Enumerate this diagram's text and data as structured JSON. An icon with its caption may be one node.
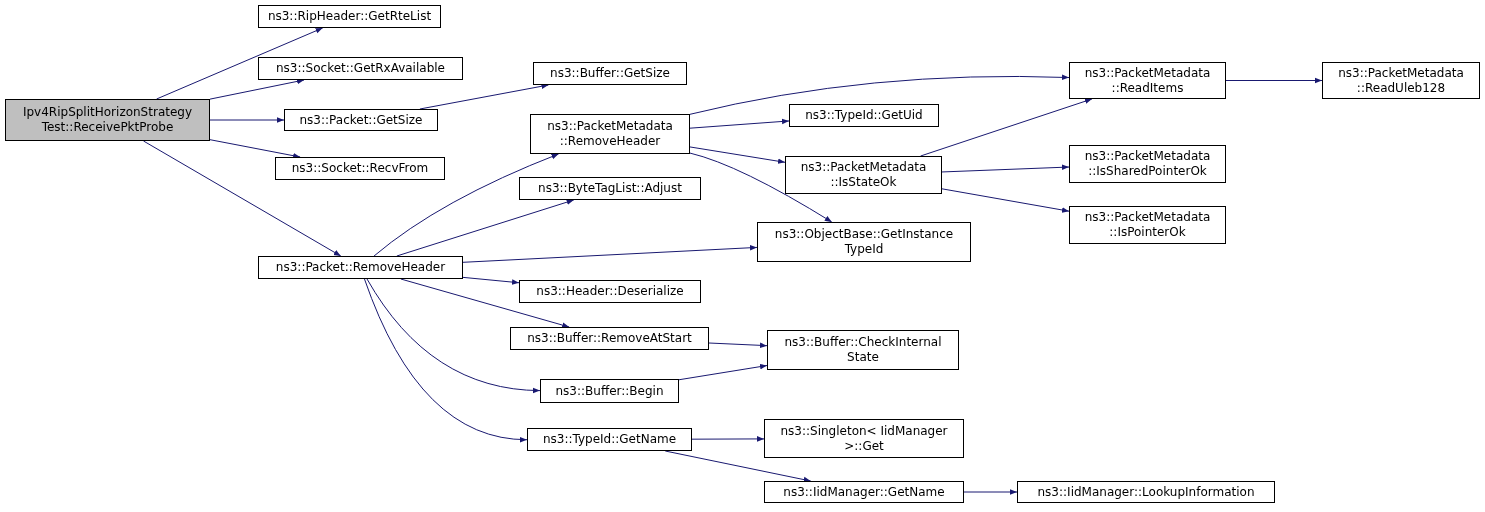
{
  "diagram": {
    "nodes": [
      {
        "text": [
          "Ipv4RipSplitHorizonStrategy Test::ReceivePktProbe"
        ]
      },
      {
        "text": [
          "ns3::RipHeader::GetRteList"
        ]
      },
      {
        "text": [
          "ns3::Socket::GetRxAvailable"
        ]
      },
      {
        "text": [
          "ns3::Packet::GetSize"
        ]
      },
      {
        "text": [
          "ns3::Socket::RecvFrom"
        ]
      },
      {
        "text": [
          "ns3::Packet::RemoveHeader"
        ]
      },
      {
        "text": [
          "ns3::Buffer::GetSize"
        ]
      },
      {
        "text": [
          "ns3::PacketMetadata ::RemoveHeader"
        ]
      },
      {
        "text": [
          "ns3::ByteTagList::Adjust"
        ]
      },
      {
        "text": [
          "ns3::Header::Deserialize"
        ]
      },
      {
        "text": [
          "ns3::Buffer::RemoveAtStart"
        ]
      },
      {
        "text": [
          "ns3::Buffer::Begin"
        ]
      },
      {
        "text": [
          "ns3::TypeId::GetName"
        ]
      },
      {
        "text": [
          "ns3::TypeId::GetUid"
        ]
      },
      {
        "text": [
          "ns3::PacketMetadata ::IsStateOk"
        ]
      },
      {
        "text": [
          "ns3::ObjectBase::GetInstance TypeId"
        ]
      },
      {
        "text": [
          "ns3::Buffer::CheckInternal State"
        ]
      },
      {
        "text": [
          "ns3::Singleton< IidManager >::Get"
        ]
      },
      {
        "text": [
          "ns3::IidManager::GetName"
        ]
      },
      {
        "text": [
          "ns3::PacketMetadata ::ReadItems"
        ]
      },
      {
        "text": [
          "ns3::PacketMetadata ::IsSharedPointerOk"
        ]
      },
      {
        "text": [
          "ns3::PacketMetadata ::IsPointerOk"
        ]
      },
      {
        "text": [
          "ns3::IidManager::LookupInformation"
        ]
      },
      {
        "text": [
          "ns3::PacketMetadata ::ReadUleb128"
        ]
      }
    ],
    "edges": [
      {
        "from": 0,
        "to": 1,
        "arrow": "to"
      },
      {
        "from": 0,
        "to": 2,
        "arrow": "to"
      },
      {
        "from": 0,
        "to": 3,
        "arrow": "to"
      },
      {
        "from": 0,
        "to": 4,
        "arrow": "to"
      },
      {
        "from": 0,
        "to": 5,
        "arrow": "to"
      },
      {
        "from": 3,
        "to": 6,
        "arrow": "to"
      },
      {
        "from": 5,
        "to": 7,
        "arrow": "to"
      },
      {
        "from": 5,
        "to": 8,
        "arrow": "to"
      },
      {
        "from": 5,
        "to": 15,
        "arrow": "to"
      },
      {
        "from": 5,
        "to": 9,
        "arrow": "to"
      },
      {
        "from": 5,
        "to": 10,
        "arrow": "to"
      },
      {
        "from": 5,
        "to": 11,
        "arrow": "to"
      },
      {
        "from": 5,
        "to": 12,
        "arrow": "to"
      },
      {
        "from": 7,
        "to": 19,
        "arrow": "to"
      },
      {
        "from": 7,
        "to": 13,
        "arrow": "to"
      },
      {
        "from": 7,
        "to": 14,
        "arrow": "to"
      },
      {
        "from": 7,
        "to": 15,
        "arrow": "to"
      },
      {
        "from": 14,
        "to": 19,
        "arrow": "to"
      },
      {
        "from": 14,
        "to": 20,
        "arrow": "to"
      },
      {
        "from": 14,
        "to": 21,
        "arrow": "to"
      },
      {
        "from": 19,
        "to": 23,
        "arrow": "to"
      },
      {
        "from": 10,
        "to": 16,
        "arrow": "to"
      },
      {
        "from": 11,
        "to": 16,
        "arrow": "to"
      },
      {
        "from": 12,
        "to": 17,
        "arrow": "to"
      },
      {
        "from": 12,
        "to": 18,
        "arrow": "to"
      },
      {
        "from": 18,
        "to": 22,
        "arrow": "to"
      }
    ]
  }
}
